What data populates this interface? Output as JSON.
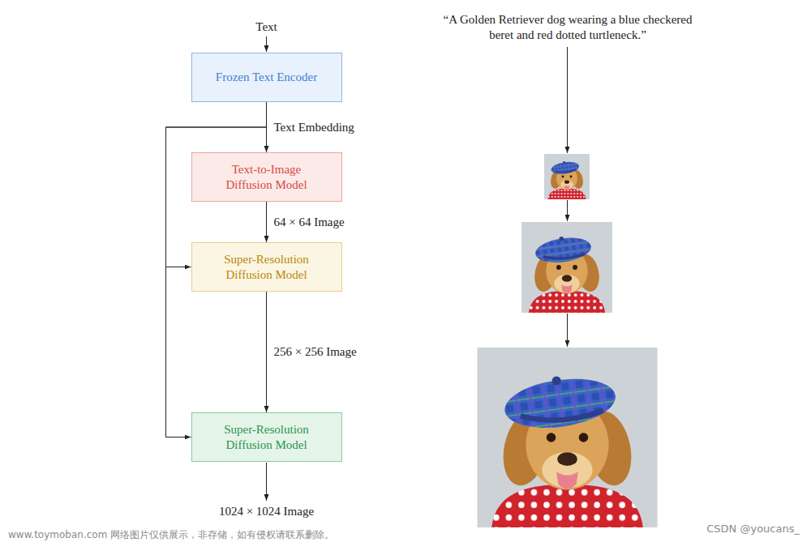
{
  "diagram": {
    "nodes": [
      {
        "text": [
          "Frozen Text Encoder"
        ]
      },
      {
        "text": [
          "Text-to-Image Diffusion Model"
        ]
      },
      {
        "text": [
          "Super-Resolution Diffusion Model"
        ]
      },
      {
        "text": [
          "Super-Resolution Diffusion Model"
        ]
      }
    ],
    "edges": [
      {
        "from": 0,
        "to": 1,
        "arrow": "to",
        "label": "Text Embedding"
      },
      {
        "from": 1,
        "to": 2,
        "arrow": "to",
        "label": "64 × 64 Image"
      },
      {
        "from": 2,
        "to": 3,
        "arrow": "to",
        "label": "256 × 256 Image"
      },
      {
        "from": 0,
        "to": 2,
        "arrow": "to"
      },
      {
        "from": 0,
        "to": 3,
        "arrow": "to"
      }
    ],
    "labels": [
      "Text",
      "1024 × 1024 Image",
      "“A Golden Retriever dog wearing a blue checkered beret and red dotted turtleneck.”",
      "www.toymoban.com 网络图片仅供展示，非存储，如有侵权请联系删除。",
      "CSDN @youcans_"
    ]
  }
}
